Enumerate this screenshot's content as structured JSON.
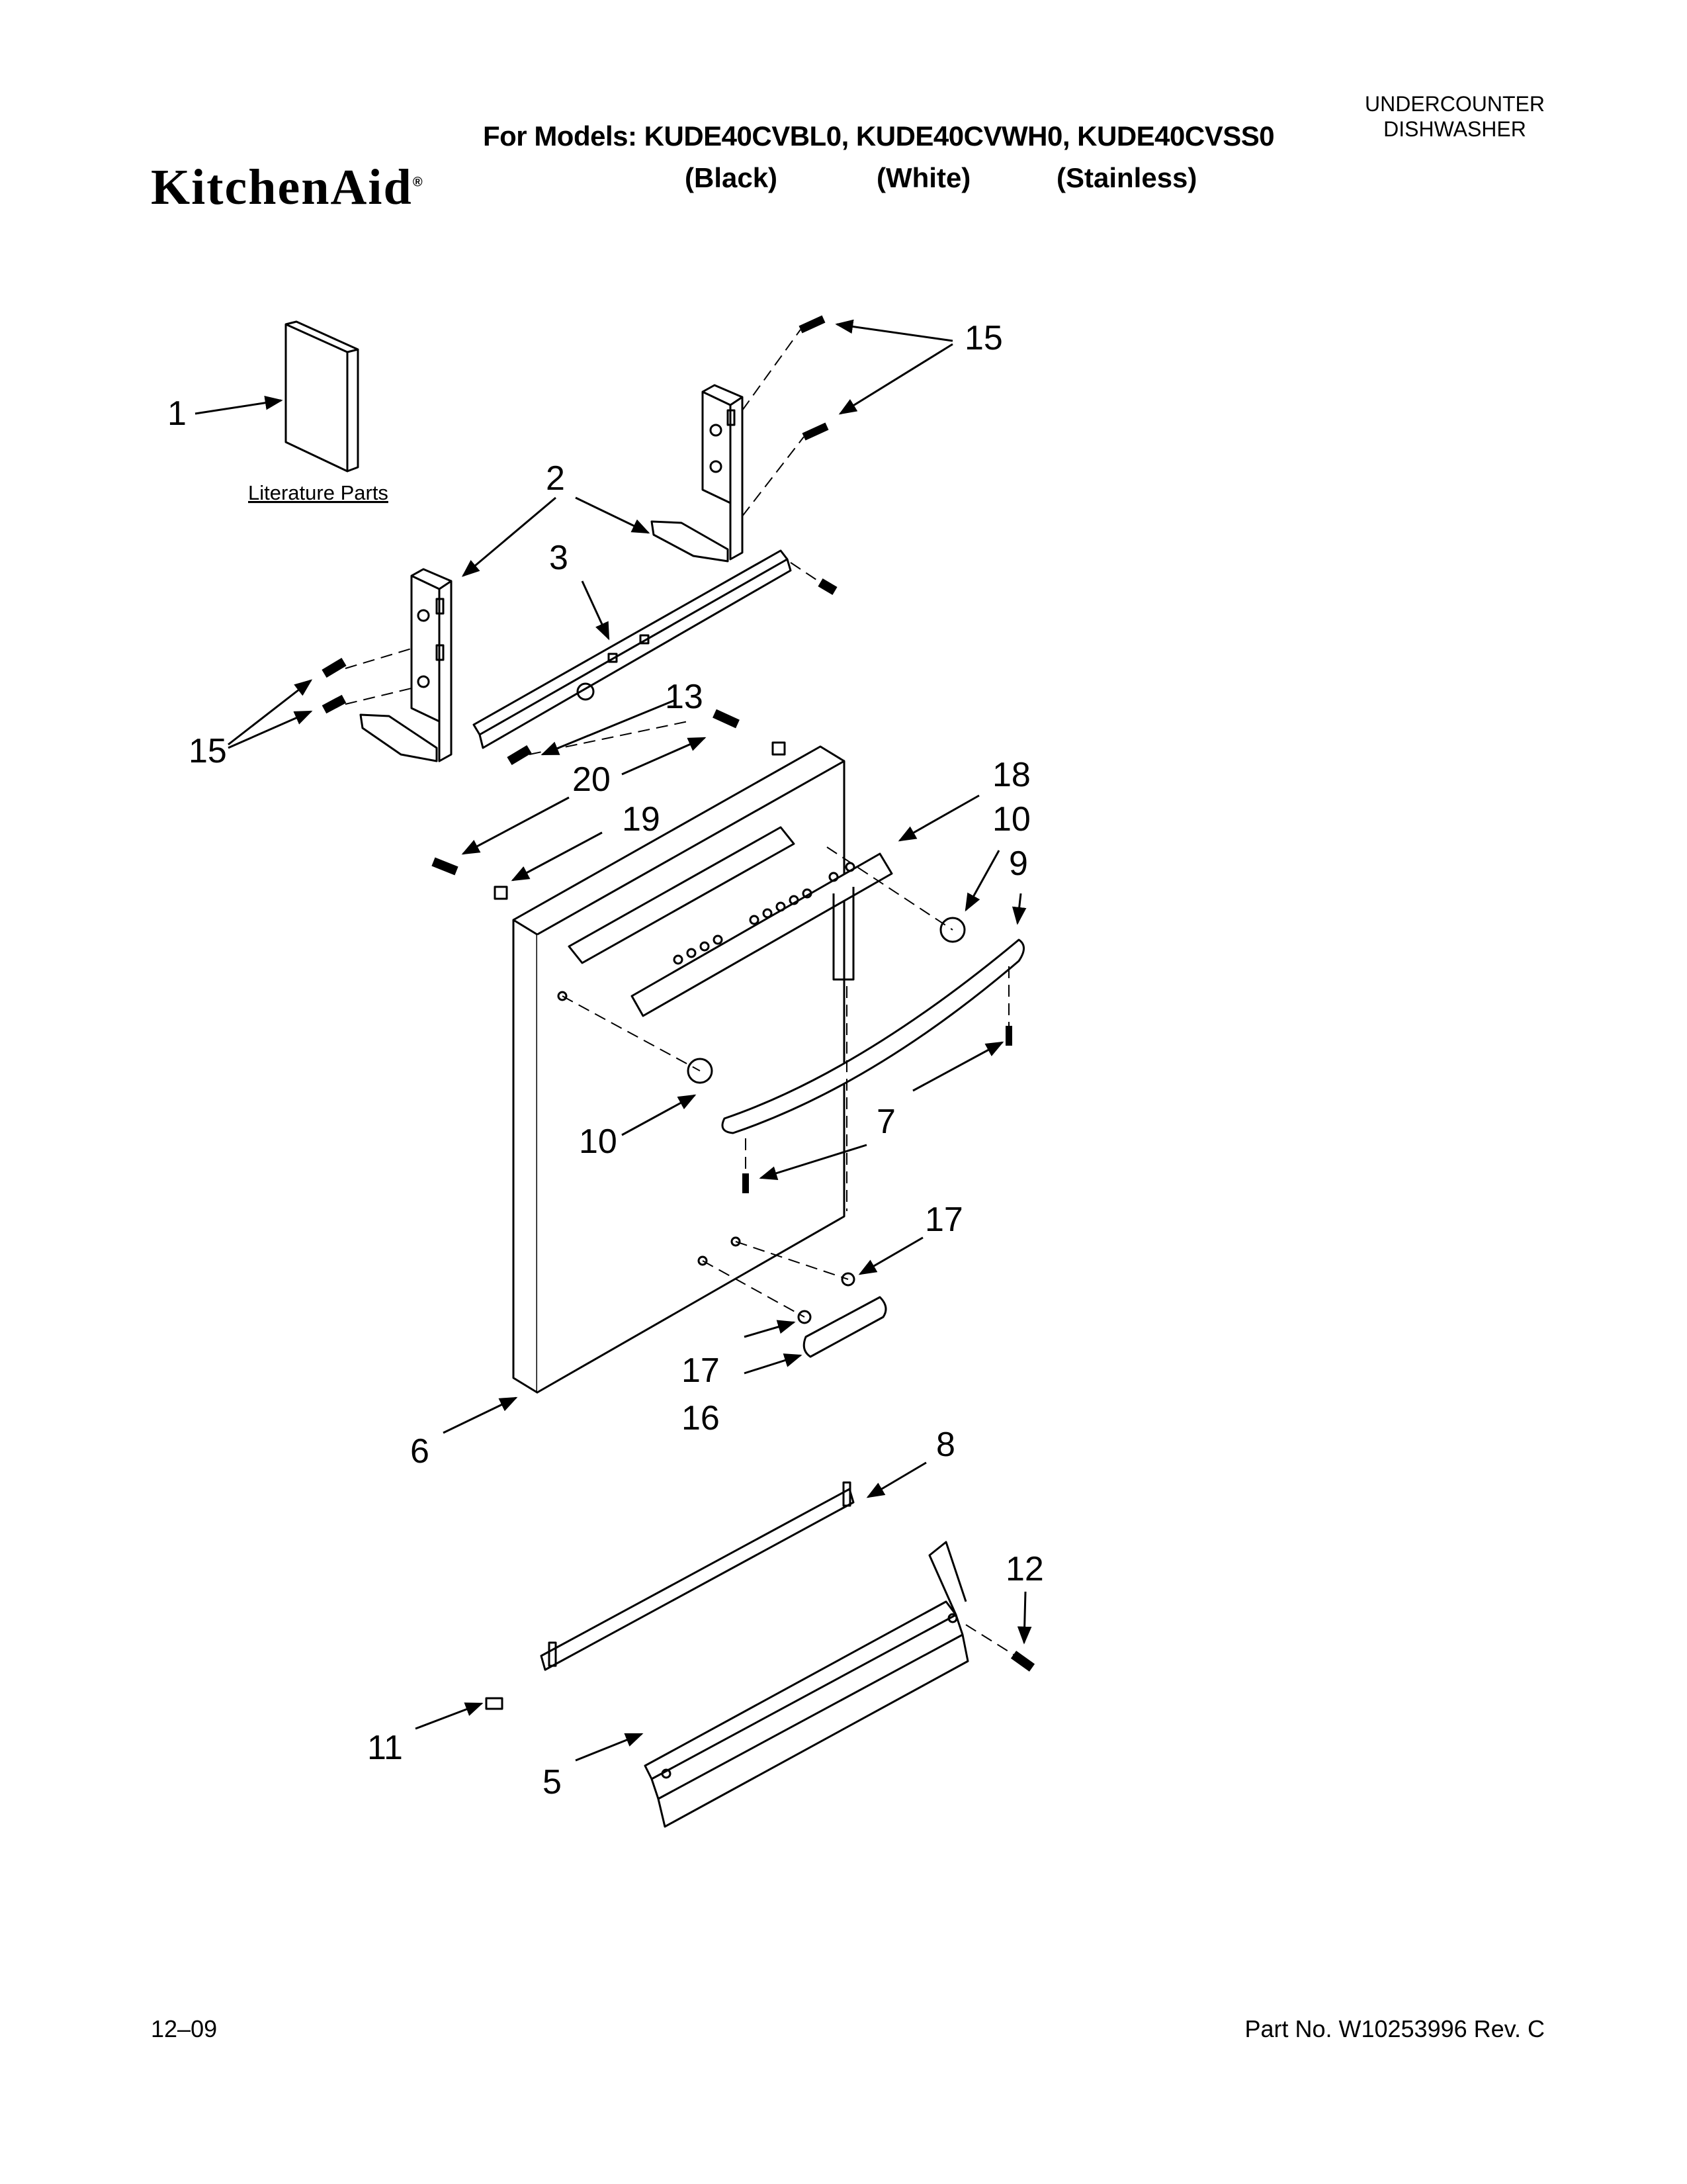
{
  "header": {
    "models_label": "For Models: KUDE40CVBL0, KUDE40CVWH0, KUDE40CVSS0",
    "variant_black": "(Black)",
    "variant_white": "(White)",
    "variant_stainless": "(Stainless)",
    "brand": "KitchenAid",
    "registered_mark": "®",
    "category_line1": "UNDERCOUNTER",
    "category_line2": "DISHWASHER"
  },
  "diagram": {
    "literature_label": "Literature Parts",
    "callouts": [
      {
        "id": "c1",
        "text": "1"
      },
      {
        "id": "c15a",
        "text": "15"
      },
      {
        "id": "c2",
        "text": "2"
      },
      {
        "id": "c3",
        "text": "3"
      },
      {
        "id": "c15b",
        "text": "15"
      },
      {
        "id": "c13",
        "text": "13"
      },
      {
        "id": "c20",
        "text": "20"
      },
      {
        "id": "c19",
        "text": "19"
      },
      {
        "id": "c18",
        "text": "18"
      },
      {
        "id": "c10a",
        "text": "10"
      },
      {
        "id": "c9",
        "text": "9"
      },
      {
        "id": "c10b",
        "text": "10"
      },
      {
        "id": "c7",
        "text": "7"
      },
      {
        "id": "c17a",
        "text": "17"
      },
      {
        "id": "c17b",
        "text": "17"
      },
      {
        "id": "c16",
        "text": "16"
      },
      {
        "id": "c6",
        "text": "6"
      },
      {
        "id": "c8",
        "text": "8"
      },
      {
        "id": "c12",
        "text": "12"
      },
      {
        "id": "c11",
        "text": "11"
      },
      {
        "id": "c5",
        "text": "5"
      }
    ]
  },
  "footer": {
    "date": "12–09",
    "part_number": "Part No. W10253996 Rev. C"
  }
}
